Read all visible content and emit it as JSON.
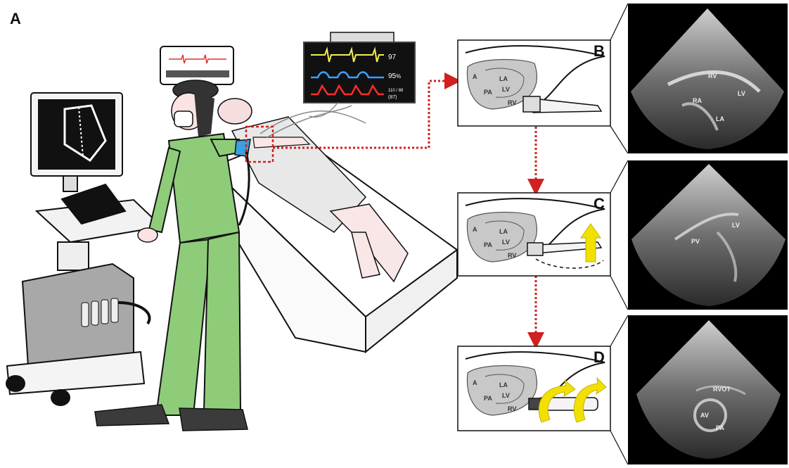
{
  "figure": {
    "main_label": "A",
    "monitor": {
      "hr": "97",
      "spo2": "95",
      "spo2_unit": "%",
      "bp": "110 / 88",
      "map": "(87)"
    },
    "panels": [
      {
        "letter": "B",
        "heart_labels": [
          "A",
          "PA",
          "LA",
          "LV",
          "RV"
        ],
        "echo_labels": [
          "RV",
          "RA",
          "LV",
          "LA"
        ]
      },
      {
        "letter": "C",
        "heart_labels": [
          "A",
          "PA",
          "LA",
          "LV",
          "RV"
        ],
        "echo_labels": [
          "PV",
          "LV"
        ]
      },
      {
        "letter": "D",
        "heart_labels": [
          "A",
          "PA",
          "LA",
          "LV",
          "RV"
        ],
        "echo_labels": [
          "RVOT",
          "AV",
          "PA"
        ]
      }
    ]
  },
  "colors": {
    "scrubs": "#8fcc7a",
    "glove": "#3aa0e0",
    "ecg": "#f0f050",
    "pleth": "#3aa0ff",
    "bp_wave": "#ff2a2a",
    "arrow_dotted": "#d02020",
    "probe_motion": "#f2e000"
  }
}
